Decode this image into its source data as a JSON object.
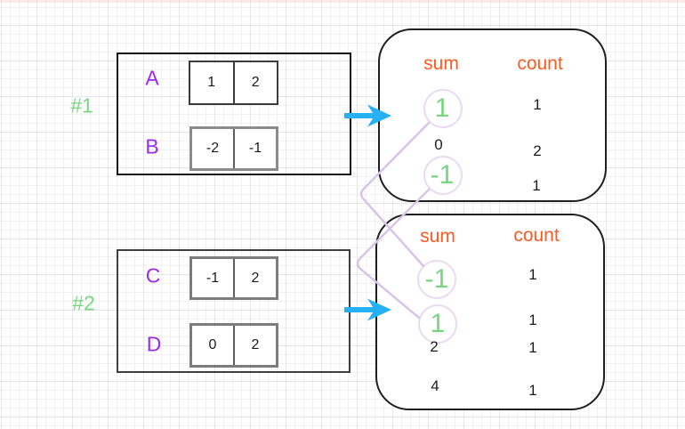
{
  "colors": {
    "purple": "#9B2BF0",
    "green": "#79D57F",
    "orange": "#FB5B21",
    "cyan": "#25B1F3",
    "lavender": "#D8C4EA",
    "circle_outline": "#EBD9F3"
  },
  "groups": [
    {
      "label": "#1",
      "arrays": [
        {
          "name": "A",
          "values": [
            "1",
            "2"
          ]
        },
        {
          "name": "B",
          "values": [
            "-2",
            "-1"
          ]
        }
      ]
    },
    {
      "label": "#2",
      "arrays": [
        {
          "name": "C",
          "values": [
            "-1",
            "2"
          ]
        },
        {
          "name": "D",
          "values": [
            "0",
            "2"
          ]
        }
      ]
    }
  ],
  "tables": [
    {
      "sum_header": "sum",
      "count_header": "count",
      "rows": [
        {
          "sum": "1",
          "count": "1",
          "highlighted": true
        },
        {
          "sum": "0",
          "count": "2",
          "highlighted": false
        },
        {
          "sum": "-1",
          "count": "1",
          "highlighted": true
        }
      ]
    },
    {
      "sum_header": "sum",
      "count_header": "count",
      "rows": [
        {
          "sum": "-1",
          "count": "1",
          "highlighted": true
        },
        {
          "sum": "1",
          "count": "1",
          "highlighted": true
        },
        {
          "sum": "2",
          "count": "1",
          "highlighted": false
        },
        {
          "sum": "4",
          "count": "1",
          "highlighted": false
        }
      ]
    }
  ]
}
